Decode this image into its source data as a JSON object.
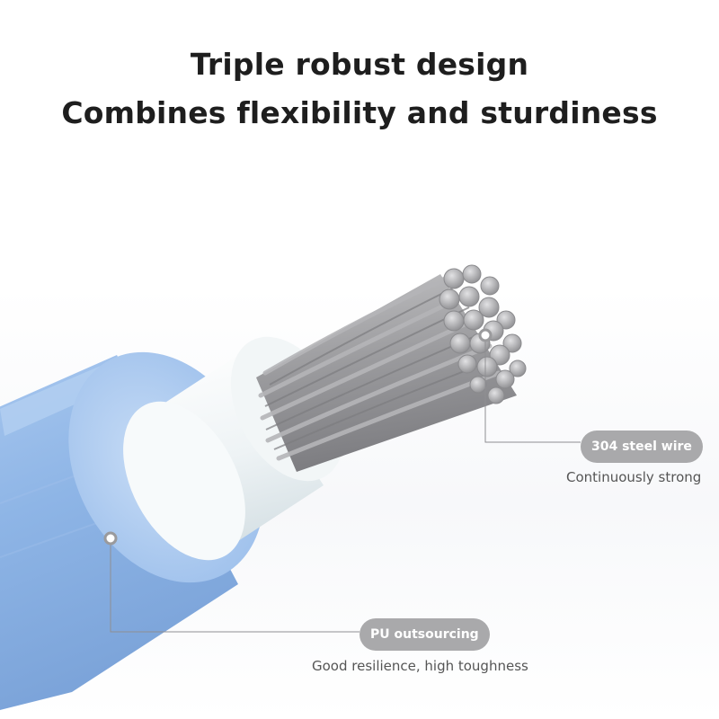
{
  "headline": {
    "line1": "Triple robust design",
    "line2": "Combines flexibility and sturdiness"
  },
  "callouts": {
    "steel": {
      "label": "304 steel wire",
      "caption": "Continuously strong"
    },
    "pu": {
      "label": "PU outsourcing",
      "caption": "Good resilience, high toughness"
    }
  },
  "colors": {
    "text": "#1e1e1e",
    "pill_bg": "#a9a9ab",
    "pill_text": "#ffffff",
    "jacket_blue": "#8fb6e6",
    "inner_white": "#f4f7f8",
    "steel_grey": "#9a9a9c"
  },
  "illustration": {
    "subject": "cable-cross-section",
    "layers": [
      "blue-pu-jacket",
      "white-inner-sleeve",
      "stranded-steel-wire-core"
    ]
  }
}
